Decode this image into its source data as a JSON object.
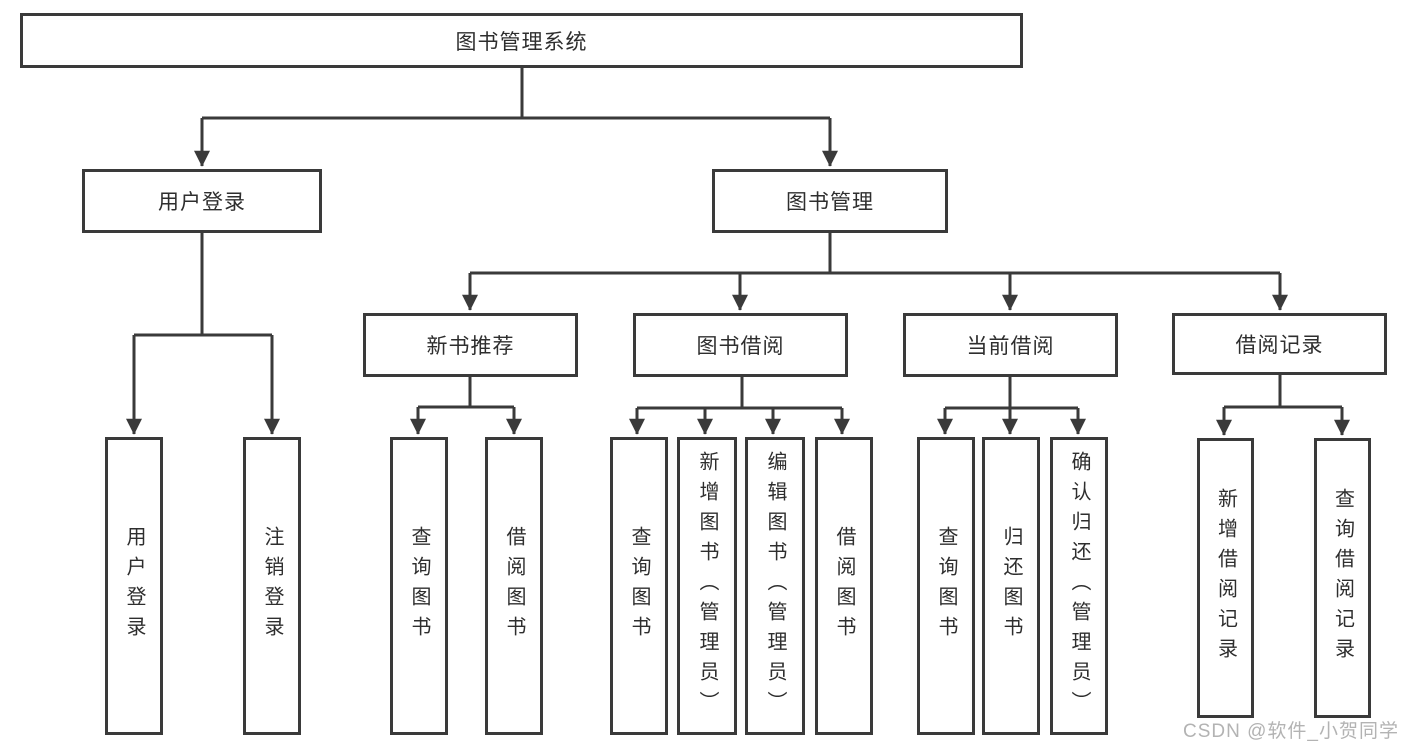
{
  "root": {
    "label": "图书管理系统"
  },
  "user_login": {
    "label": "用户登录",
    "children": [
      "用户登录",
      "注销登录"
    ]
  },
  "book_mgmt": {
    "label": "图书管理"
  },
  "new_books": {
    "label": "新书推荐",
    "children": [
      "查询图书",
      "借阅图书"
    ]
  },
  "book_borrow": {
    "label": "图书借阅",
    "children": [
      "查询图书",
      "新增图书（管理员）",
      "编辑图书（管理员）",
      "借阅图书"
    ]
  },
  "current_borrow": {
    "label": "当前借阅",
    "children": [
      "查询图书",
      "归还图书",
      "确认归还（管理员）"
    ]
  },
  "borrow_records": {
    "label": "借阅记录",
    "children": [
      "新增借阅记录",
      "查询借阅记录"
    ]
  },
  "watermark": {
    "text": "CSDN @软件_小贺同学"
  },
  "colors": {
    "line": "#3a3a3a",
    "text": "#2e2e2e",
    "watermark": "#b3b3b3"
  }
}
